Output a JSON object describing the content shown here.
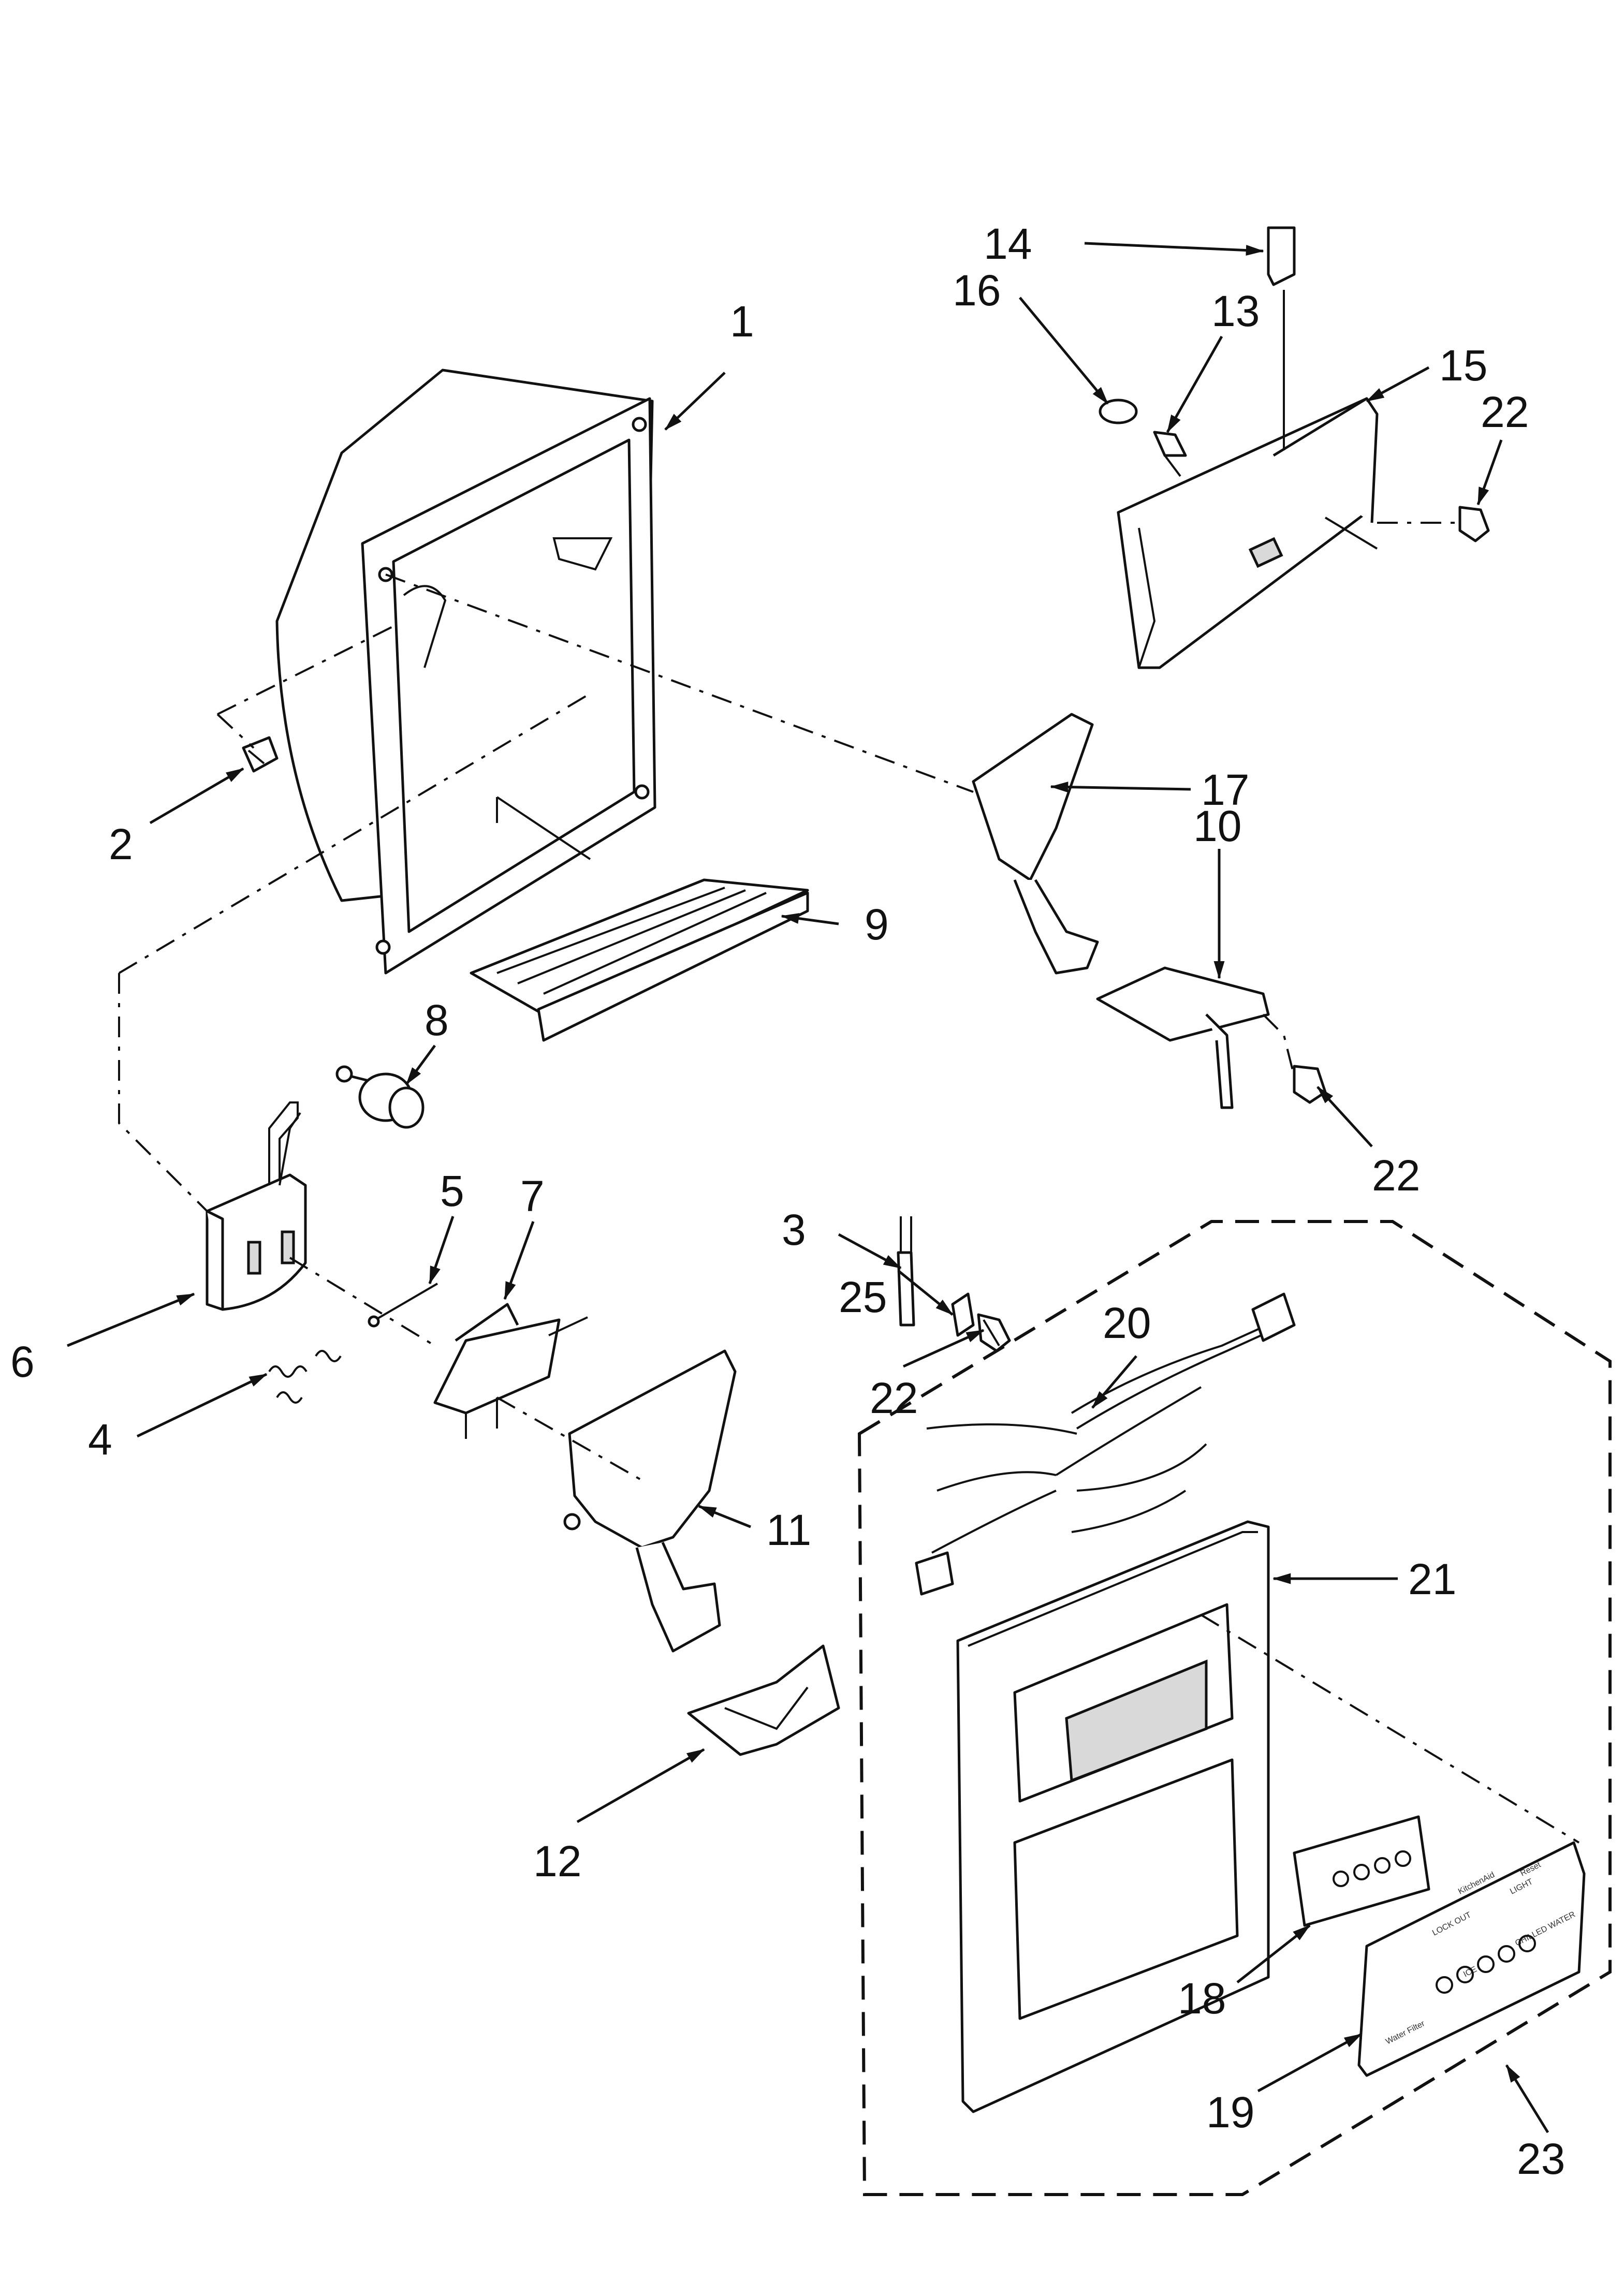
{
  "callouts": [
    {
      "id": "c1",
      "label": "1"
    },
    {
      "id": "c2",
      "label": "2"
    },
    {
      "id": "c3",
      "label": "3"
    },
    {
      "id": "c4",
      "label": "4"
    },
    {
      "id": "c5",
      "label": "5"
    },
    {
      "id": "c6",
      "label": "6"
    },
    {
      "id": "c7",
      "label": "7"
    },
    {
      "id": "c8",
      "label": "8"
    },
    {
      "id": "c9",
      "label": "9"
    },
    {
      "id": "c10",
      "label": "10"
    },
    {
      "id": "c11",
      "label": "11"
    },
    {
      "id": "c12",
      "label": "12"
    },
    {
      "id": "c13",
      "label": "13"
    },
    {
      "id": "c14",
      "label": "14"
    },
    {
      "id": "c15",
      "label": "15"
    },
    {
      "id": "c16",
      "label": "16"
    },
    {
      "id": "c17",
      "label": "17"
    },
    {
      "id": "c18",
      "label": "18"
    },
    {
      "id": "c19",
      "label": "19"
    },
    {
      "id": "c20",
      "label": "20"
    },
    {
      "id": "c21",
      "label": "21"
    },
    {
      "id": "c22a",
      "label": "22"
    },
    {
      "id": "c22b",
      "label": "22"
    },
    {
      "id": "c22c",
      "label": "22"
    },
    {
      "id": "c23",
      "label": "23"
    },
    {
      "id": "c25",
      "label": "25"
    }
  ],
  "panel_text": {
    "brand": "KitchenAid",
    "lock": "LOCK OUT",
    "light": "LIGHT",
    "ice": "ICE",
    "chilled_water": "CHILLED WATER",
    "water_filter": "Water Filter",
    "reset": "Reset"
  }
}
